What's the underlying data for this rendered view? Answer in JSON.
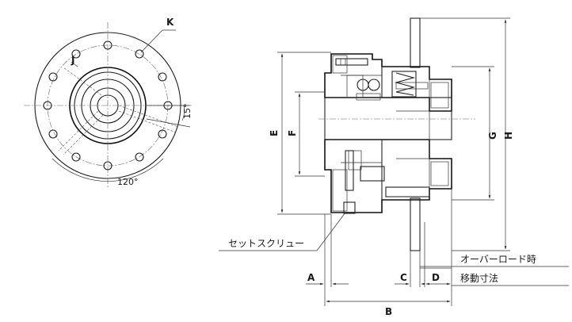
{
  "labels": {
    "K": "K",
    "J": "J",
    "angle_15": "15°",
    "angle_120": "120°",
    "E": "E",
    "F": "F",
    "G": "G",
    "H": "H",
    "A": "A",
    "B": "B",
    "C": "C",
    "D": "D"
  },
  "callouts": {
    "set_screw": "セットスクリュー",
    "overload": "オーバーロード時",
    "travel": "移動寸法"
  },
  "colors": {
    "line": "#222222",
    "background": "#ffffff"
  }
}
